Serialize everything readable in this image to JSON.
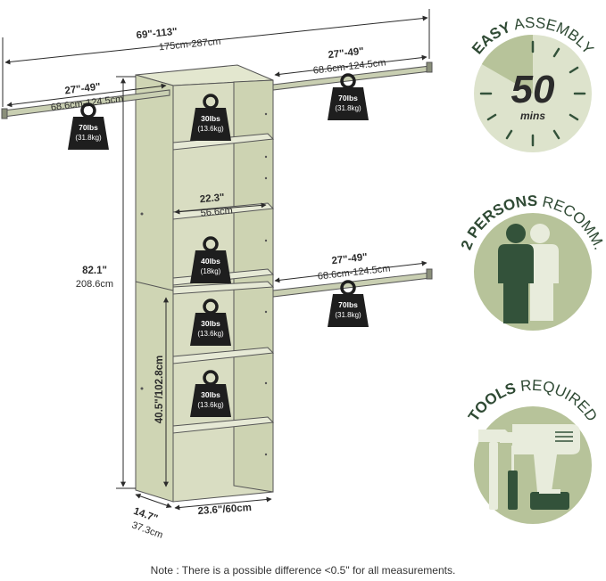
{
  "dimensions": {
    "total_width_in": "69\"-113\"",
    "total_width_cm": "175cm-287cm",
    "rod_left_in": "27\"-49\"",
    "rod_left_cm": "68.6cm-124.5cm",
    "rod_top_right_in": "27\"-49\"",
    "rod_top_right_cm": "68.6cm-124.5cm",
    "rod_mid_right_in": "27\"-49\"",
    "rod_mid_right_cm": "68.6cm-124.5cm",
    "height_in": "82.1\"",
    "height_cm": "208.6cm",
    "shelf_width_in": "22.3\"",
    "shelf_width_cm": "56.6cm",
    "lower_height": "40.5\"/102.8cm",
    "depth_in": "14.7\"",
    "depth_cm": "37.3cm",
    "base_width": "23.6\"/60cm"
  },
  "weights": {
    "rod_left": {
      "lbs": "70lbs",
      "kg": "(31.8kg)"
    },
    "rod_top_right": {
      "lbs": "70lbs",
      "kg": "(31.8kg)"
    },
    "rod_mid_right": {
      "lbs": "70lbs",
      "kg": "(31.8kg)"
    },
    "shelf_1": {
      "lbs": "30lbs",
      "kg": "(13.6kg)"
    },
    "shelf_2": {
      "lbs": "40lbs",
      "kg": "(18kg)"
    },
    "shelf_3": {
      "lbs": "30lbs",
      "kg": "(13.6kg)"
    },
    "shelf_4": {
      "lbs": "30lbs",
      "kg": "(13.6kg)"
    }
  },
  "badges": {
    "assembly": {
      "bold": "EASY",
      "rest": " ASSEMBLY",
      "number": "50",
      "unit": "mins"
    },
    "persons": {
      "bold": "2 PERSONS",
      "rest": " RECOMM."
    },
    "tools": {
      "bold": "TOOLS",
      "rest": " REQUIRED"
    }
  },
  "colors": {
    "cabinet": "#d7dcbf",
    "badge_bg": "#dde3cc",
    "badge_dark": "#33523a",
    "badge_mid": "#b7c39a",
    "text": "#2b2b2b",
    "weight": "#1e1e1e"
  },
  "note": "Note : There is a possible difference <0.5\" for all measurements."
}
